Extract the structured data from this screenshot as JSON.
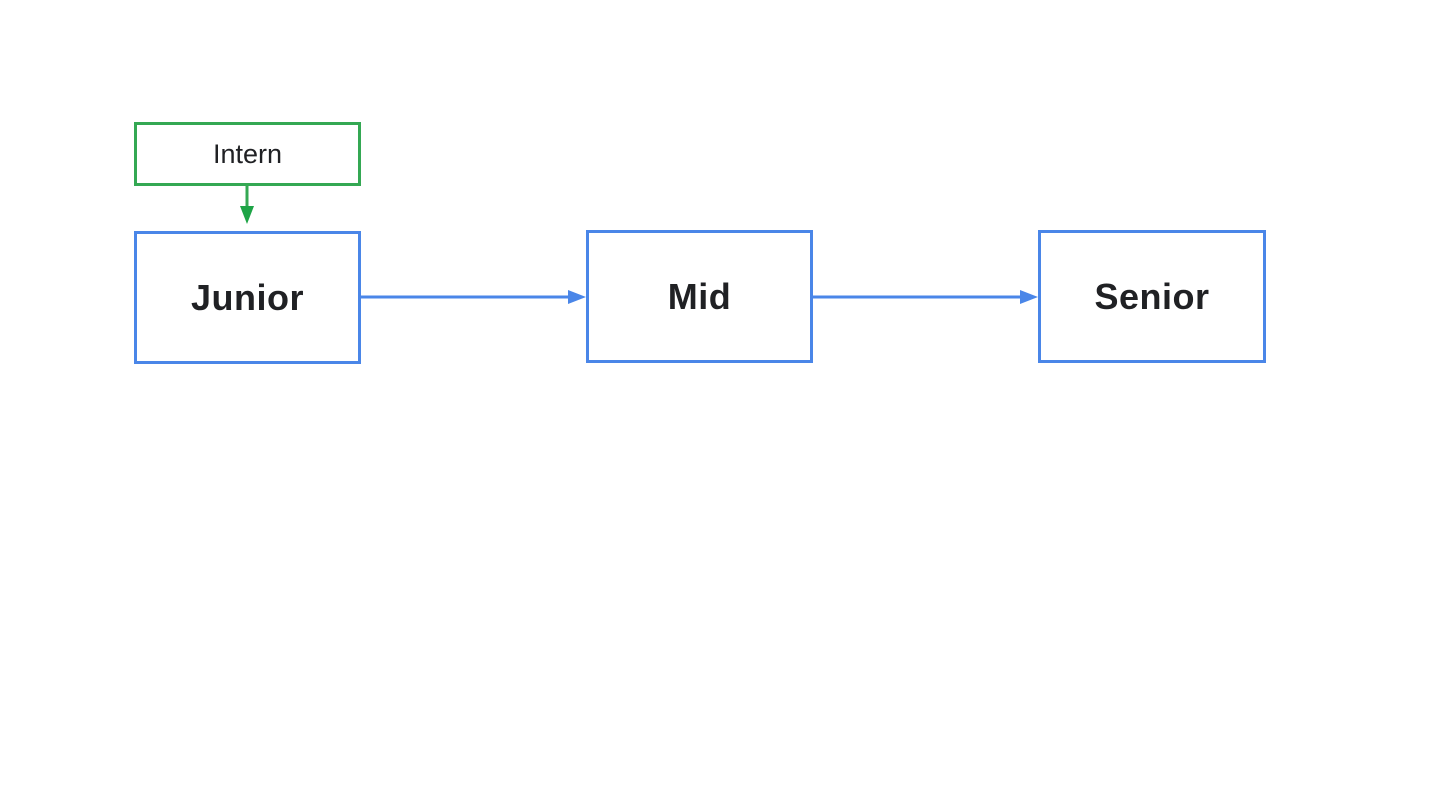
{
  "diagram": {
    "nodes": {
      "intern": {
        "label": "Intern"
      },
      "junior": {
        "label": "Junior"
      },
      "mid": {
        "label": "Mid"
      },
      "senior": {
        "label": "Senior"
      }
    },
    "edges": [
      {
        "from": "Intern",
        "to": "Junior"
      },
      {
        "from": "Junior",
        "to": "Mid"
      },
      {
        "from": "Mid",
        "to": "Senior"
      }
    ]
  },
  "colors": {
    "primary_border": "#4a86e8",
    "entry_border": "#34a853",
    "text": "#202124",
    "background": "#ffffff"
  }
}
